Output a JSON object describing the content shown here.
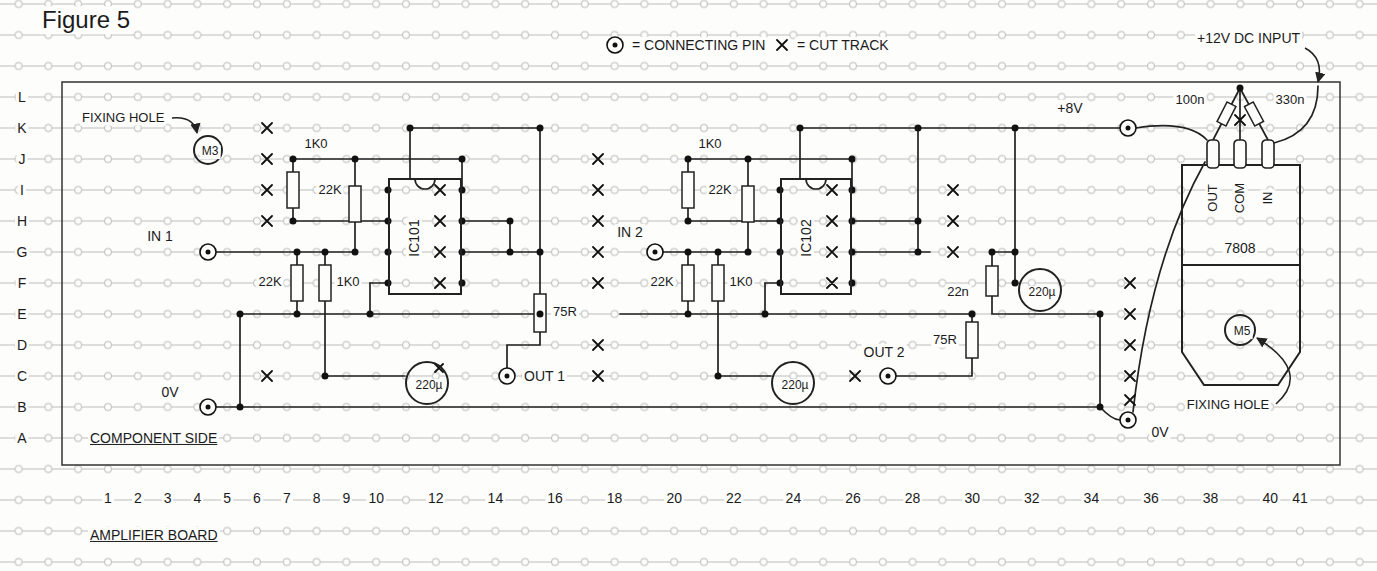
{
  "diagram": {
    "title": "Figure 5",
    "nodes": [
      {
        "text": [
          "M3"
        ]
      },
      {
        "text": [
          "IC101"
        ]
      },
      {
        "text": [
          "220µ"
        ]
      },
      {
        "text": [
          "IC102"
        ]
      },
      {
        "text": [
          "220µ"
        ]
      },
      {
        "text": [
          "220µ"
        ]
      },
      {
        "text": [
          "OUT",
          "COM",
          "IN",
          "7808"
        ]
      },
      {
        "text": [
          "M5"
        ],
        "in": 6
      }
    ],
    "labels": [
      "+12V DC INPUT",
      "L",
      "K",
      "J",
      "I",
      "H",
      "G",
      "F",
      "E",
      "D",
      "C",
      "B",
      "A",
      "FIXING HOLE",
      "1K0",
      "22K",
      "IN 1",
      "22K",
      "1K0",
      "0V",
      "75R",
      "OUT 1",
      "1K0",
      "22K",
      "IN 2",
      "22K",
      "1K0",
      "+8V",
      "22n",
      "75R",
      "OUT 2",
      "0V",
      "100n",
      "330n",
      "FIXING HOLE",
      "COMPONENT SIDE",
      "1",
      "2",
      "3",
      "4",
      "5",
      "6",
      "7",
      "8",
      "9",
      "10",
      "12",
      "14",
      "16",
      "18",
      "20",
      "22",
      "24",
      "26",
      "28",
      "30",
      "32",
      "34",
      "36",
      "38",
      "40",
      "41",
      "AMPLIFIER BOARD"
    ],
    "legend": [
      {
        "text": "= CONNECTING PIN"
      },
      {
        "text": "= CUT TRACK"
      }
    ]
  }
}
